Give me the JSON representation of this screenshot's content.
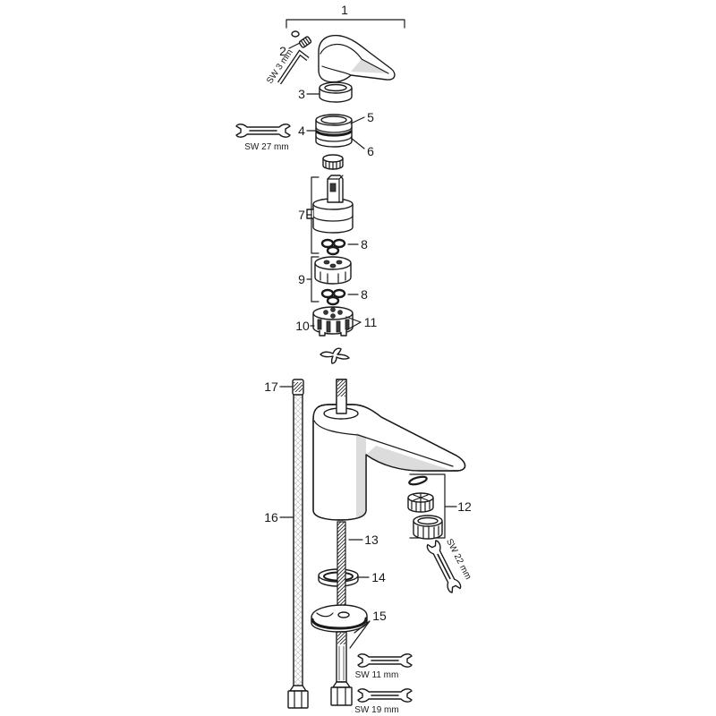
{
  "callouts": {
    "part_1": "1",
    "part_2": "2",
    "part_3": "3",
    "part_4": "4",
    "part_5": "5",
    "part_6": "6",
    "part_7": "7",
    "part_8_upper": "8",
    "part_9": "9",
    "part_8_lower": "8",
    "part_10": "10",
    "part_11": "11",
    "part_12": "12",
    "part_13": "13",
    "part_14": "14",
    "part_15": "15",
    "part_16": "16",
    "part_17": "17"
  },
  "tool_sizes": {
    "hex_key": "SW 3 mm",
    "wrench_27": "SW 27 mm",
    "wrench_22": "SW 22 mm",
    "wrench_11": "SW 11 mm",
    "wrench_19": "SW 19 mm"
  }
}
